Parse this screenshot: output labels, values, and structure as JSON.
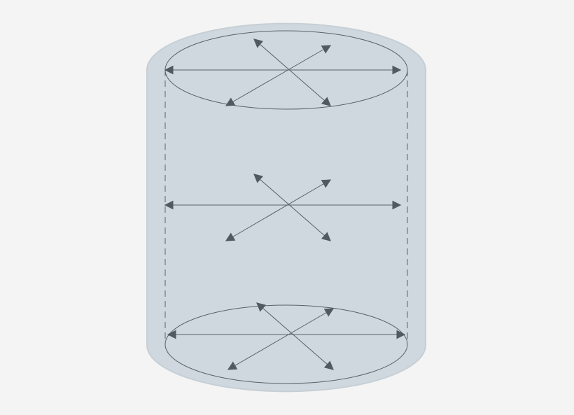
{
  "diagram": {
    "kind": "cylinder-with-radial-arrows",
    "colors": {
      "background": "#f4f4f4",
      "cylinder_fill": "#cfd8de",
      "cylinder_rim": "#c5cfd5",
      "line": "#55626b",
      "arrowhead": "#4f5a61"
    },
    "layers": [
      {
        "id": "top",
        "has_ellipse_outline": true,
        "arrow_count": 3
      },
      {
        "id": "middle",
        "has_ellipse_outline": false,
        "arrow_count": 3
      },
      {
        "id": "bottom",
        "has_ellipse_outline": true,
        "arrow_count": 3
      }
    ],
    "side_lines": "dashed"
  }
}
